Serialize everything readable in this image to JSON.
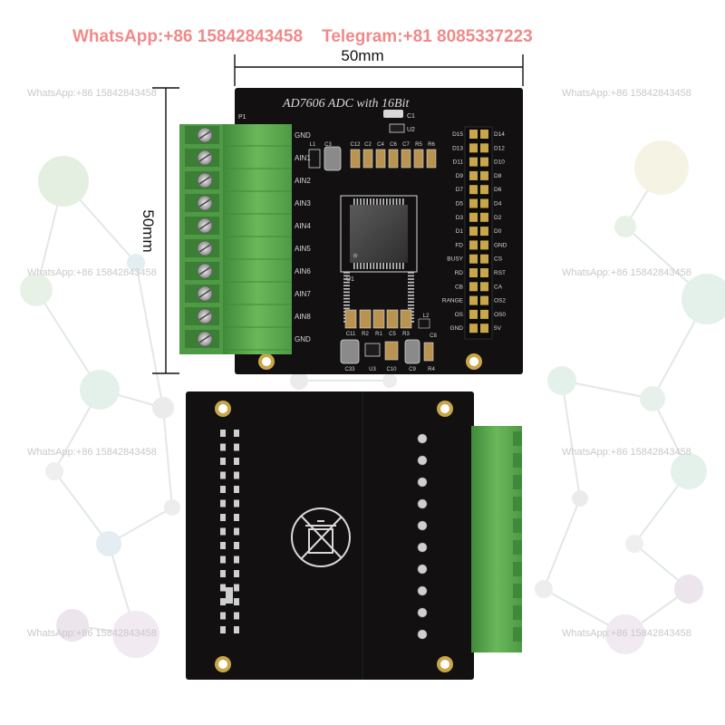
{
  "contact_banner": "WhatsApp:+86 15842843458    Telegram:+81 8085337223",
  "watermark": "WhatsApp:+86 15842843458",
  "dimensions": {
    "width_label": "50mm",
    "height_label": "50mm"
  },
  "board_front": {
    "title": "AD7606  ADC  with  16Bit",
    "silk_p1": "P1",
    "silk_c1": "C1",
    "silk_u2": "U2",
    "silk_u1": "U1",
    "silk_u3": "U3",
    "terminal_labels": [
      "GND",
      "AIN1",
      "AIN2",
      "AIN3",
      "AIN4",
      "AIN5",
      "AIN6",
      "AIN7",
      "AIN8",
      "GND"
    ],
    "cap_labels": [
      "L1",
      "C3",
      "C12",
      "C2",
      "C4",
      "C6",
      "C7",
      "R5",
      "R6"
    ],
    "bottom_labels": [
      "C11",
      "R2",
      "R1",
      "C5",
      "R3",
      "L2",
      "C8",
      "C33",
      "C10",
      "C9",
      "R4"
    ],
    "header_left": [
      "D15",
      "D13",
      "D11",
      "D9",
      "D7",
      "D5",
      "D3",
      "D1",
      "FD",
      "BUSY",
      "RD",
      "CB",
      "RANGE",
      "OS",
      "GND"
    ],
    "header_right": [
      "D14",
      "D12",
      "D10",
      "D8",
      "D6",
      "D4",
      "D2",
      "D0",
      "GND",
      "CS",
      "RST",
      "CA",
      "OS2",
      "OS0",
      "5V"
    ]
  },
  "colors": {
    "pcb": "#121010",
    "terminal_green": "#5fa64f",
    "silk": "#d8d8d8",
    "gold": "#caa64a",
    "contact": "#f08a8a"
  }
}
